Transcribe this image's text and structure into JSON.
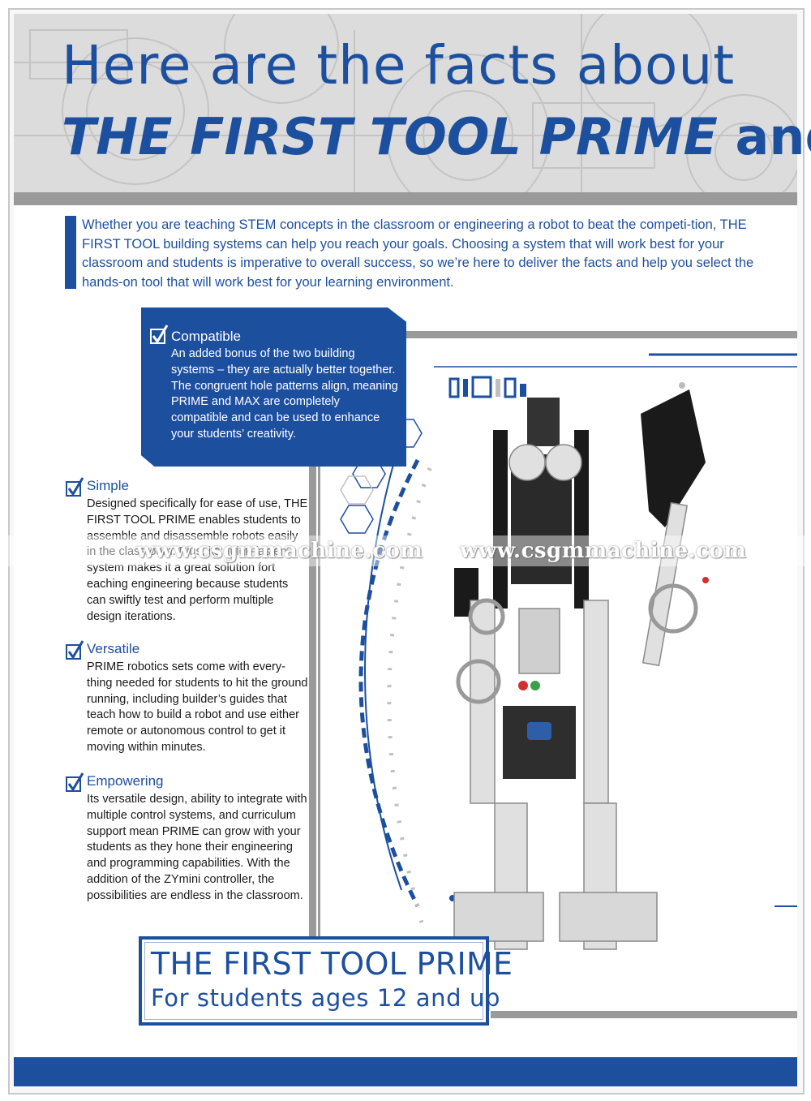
{
  "header": {
    "title_line1": "Here are the facts about",
    "title_emphasis": "THE FIRST TOOL PRIME",
    "title_suffix": " and"
  },
  "intro": {
    "text": "Whether you are teaching STEM concepts in the classroom or engineering a robot to beat the competi-tion, THE FIRST TOOL building systems can help you reach your goals. Choosing a system that will work best for your classroom and students is imperative to overall success, so we’re here to deliver the facts and help you select the hands-on tool that will work best for your learning environment."
  },
  "compatible": {
    "title": "Compatible",
    "text": "An added bonus of the two building systems – they are actually better together. The congruent hole patterns align, meaning PRIME and MAX are completely compatible and can be used to enhance your students’ creativity.",
    "icon": "checkbox-check-icon"
  },
  "features": [
    {
      "title": "Simple",
      "text": "Designed specifically for ease of use, THE FIRST TOOL PRIME enables students to assemble and disassemble robots easily in the classroom. Plus, its quick-fasten system makes it a great solution fort eaching engineering because students can swiftly test and perform multiple design iterations."
    },
    {
      "title": "Versatile",
      "text": "PRIME robotics sets come with every-thing needed for students to hit the ground running, including builder’s guides that teach how to build a robot and use either remote or autonomous control to get it moving within minutes."
    },
    {
      "title": "Empowering",
      "text": "Its versatile design, ability to integrate with multiple control systems, and curriculum support mean PRIME can grow with your students as they hone their engineering and programming capabilities. With the addition of the ZYmini controller, the possibilities are endless in the classroom."
    }
  ],
  "watermark": {
    "left": "www.csgmmachine.com",
    "right": "www.csgmmachine.com"
  },
  "product": {
    "title": "THE FIRST TOOL PRIME",
    "subtitle": "For students ages 12 and up"
  },
  "colors": {
    "brand_blue": "#1d4f9f",
    "gray": "#9a9a9a",
    "header_bg": "#dcdcdc"
  }
}
